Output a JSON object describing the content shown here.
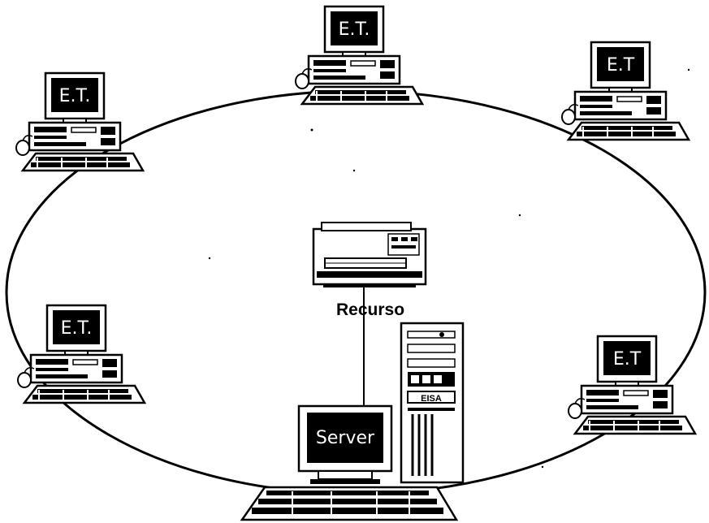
{
  "diagram": {
    "workstation_label": "E.T.",
    "workstation_labels": [
      "E.T.",
      "E.T",
      "E.T.",
      "E.T.",
      "E.T"
    ],
    "server_label": "Server",
    "resource_label": "Recurso",
    "tower_badge": "EISA"
  }
}
